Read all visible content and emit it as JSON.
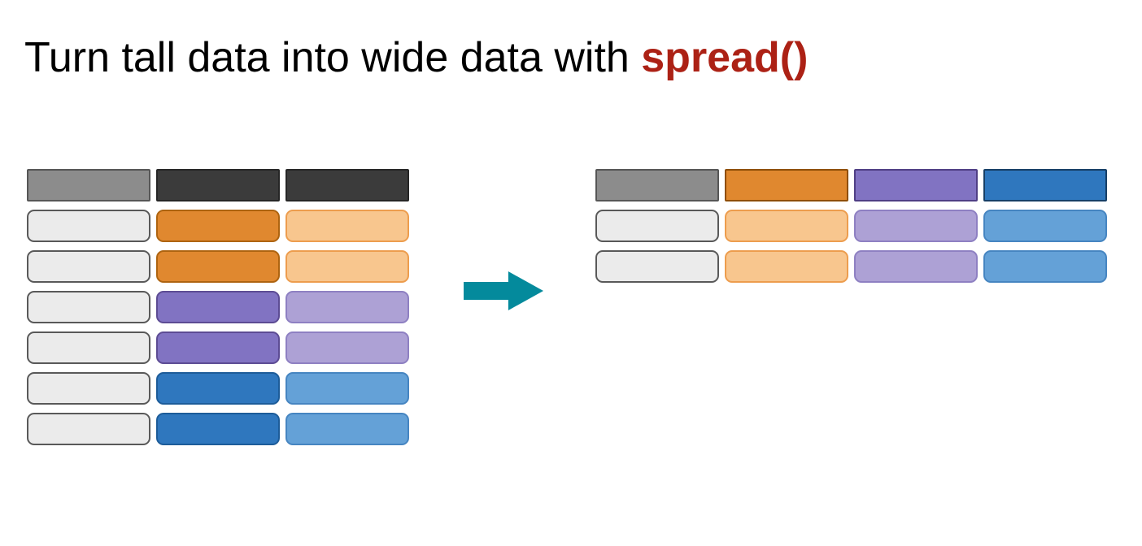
{
  "title": {
    "prefix": "Turn tall data into wide data with ",
    "keyword": "spread()"
  },
  "colors": {
    "background": "#FFFFFF",
    "title_text": "#000000",
    "keyword_text": "#AC2115",
    "arrow": "#048A9C",
    "palette": {
      "header_gray": {
        "fill": "#8C8C8C",
        "border": "#565656"
      },
      "header_dark": {
        "fill": "#3B3B3B",
        "border": "#262626"
      },
      "key_gray": {
        "fill": "#EBEBEB",
        "border": "#595959"
      },
      "orange": {
        "fill": "#E0882F",
        "border": "#AE6410",
        "header_border": "#8F4E06"
      },
      "orange_light": {
        "fill": "#F8C68E",
        "border": "#ED9D4E"
      },
      "purple": {
        "fill": "#8173C2",
        "border": "#5D4C94",
        "header_border": "#4F3F85"
      },
      "purple_light": {
        "fill": "#ADA1D5",
        "border": "#8E80C2"
      },
      "blue": {
        "fill": "#2F77BE",
        "border": "#1D5C99",
        "header_border": "#173F66"
      },
      "blue_light": {
        "fill": "#64A1D7",
        "border": "#4685C1"
      }
    }
  },
  "tall_table": {
    "columns": 3,
    "rows": [
      {
        "header": true,
        "cells": [
          "header_gray",
          "header_dark",
          "header_dark"
        ]
      },
      {
        "header": false,
        "cells": [
          "key_gray",
          "orange",
          "orange_light"
        ]
      },
      {
        "header": false,
        "cells": [
          "key_gray",
          "orange",
          "orange_light"
        ]
      },
      {
        "header": false,
        "cells": [
          "key_gray",
          "purple",
          "purple_light"
        ]
      },
      {
        "header": false,
        "cells": [
          "key_gray",
          "purple",
          "purple_light"
        ]
      },
      {
        "header": false,
        "cells": [
          "key_gray",
          "blue",
          "blue_light"
        ]
      },
      {
        "header": false,
        "cells": [
          "key_gray",
          "blue",
          "blue_light"
        ]
      }
    ]
  },
  "wide_table": {
    "columns": 4,
    "rows": [
      {
        "header": true,
        "cells": [
          "header_gray",
          "orange",
          "purple",
          "blue"
        ]
      },
      {
        "header": false,
        "cells": [
          "key_gray",
          "orange_light",
          "purple_light",
          "blue_light"
        ]
      },
      {
        "header": false,
        "cells": [
          "key_gray",
          "orange_light",
          "purple_light",
          "blue_light"
        ]
      }
    ]
  },
  "arrow": {
    "direction": "right"
  }
}
